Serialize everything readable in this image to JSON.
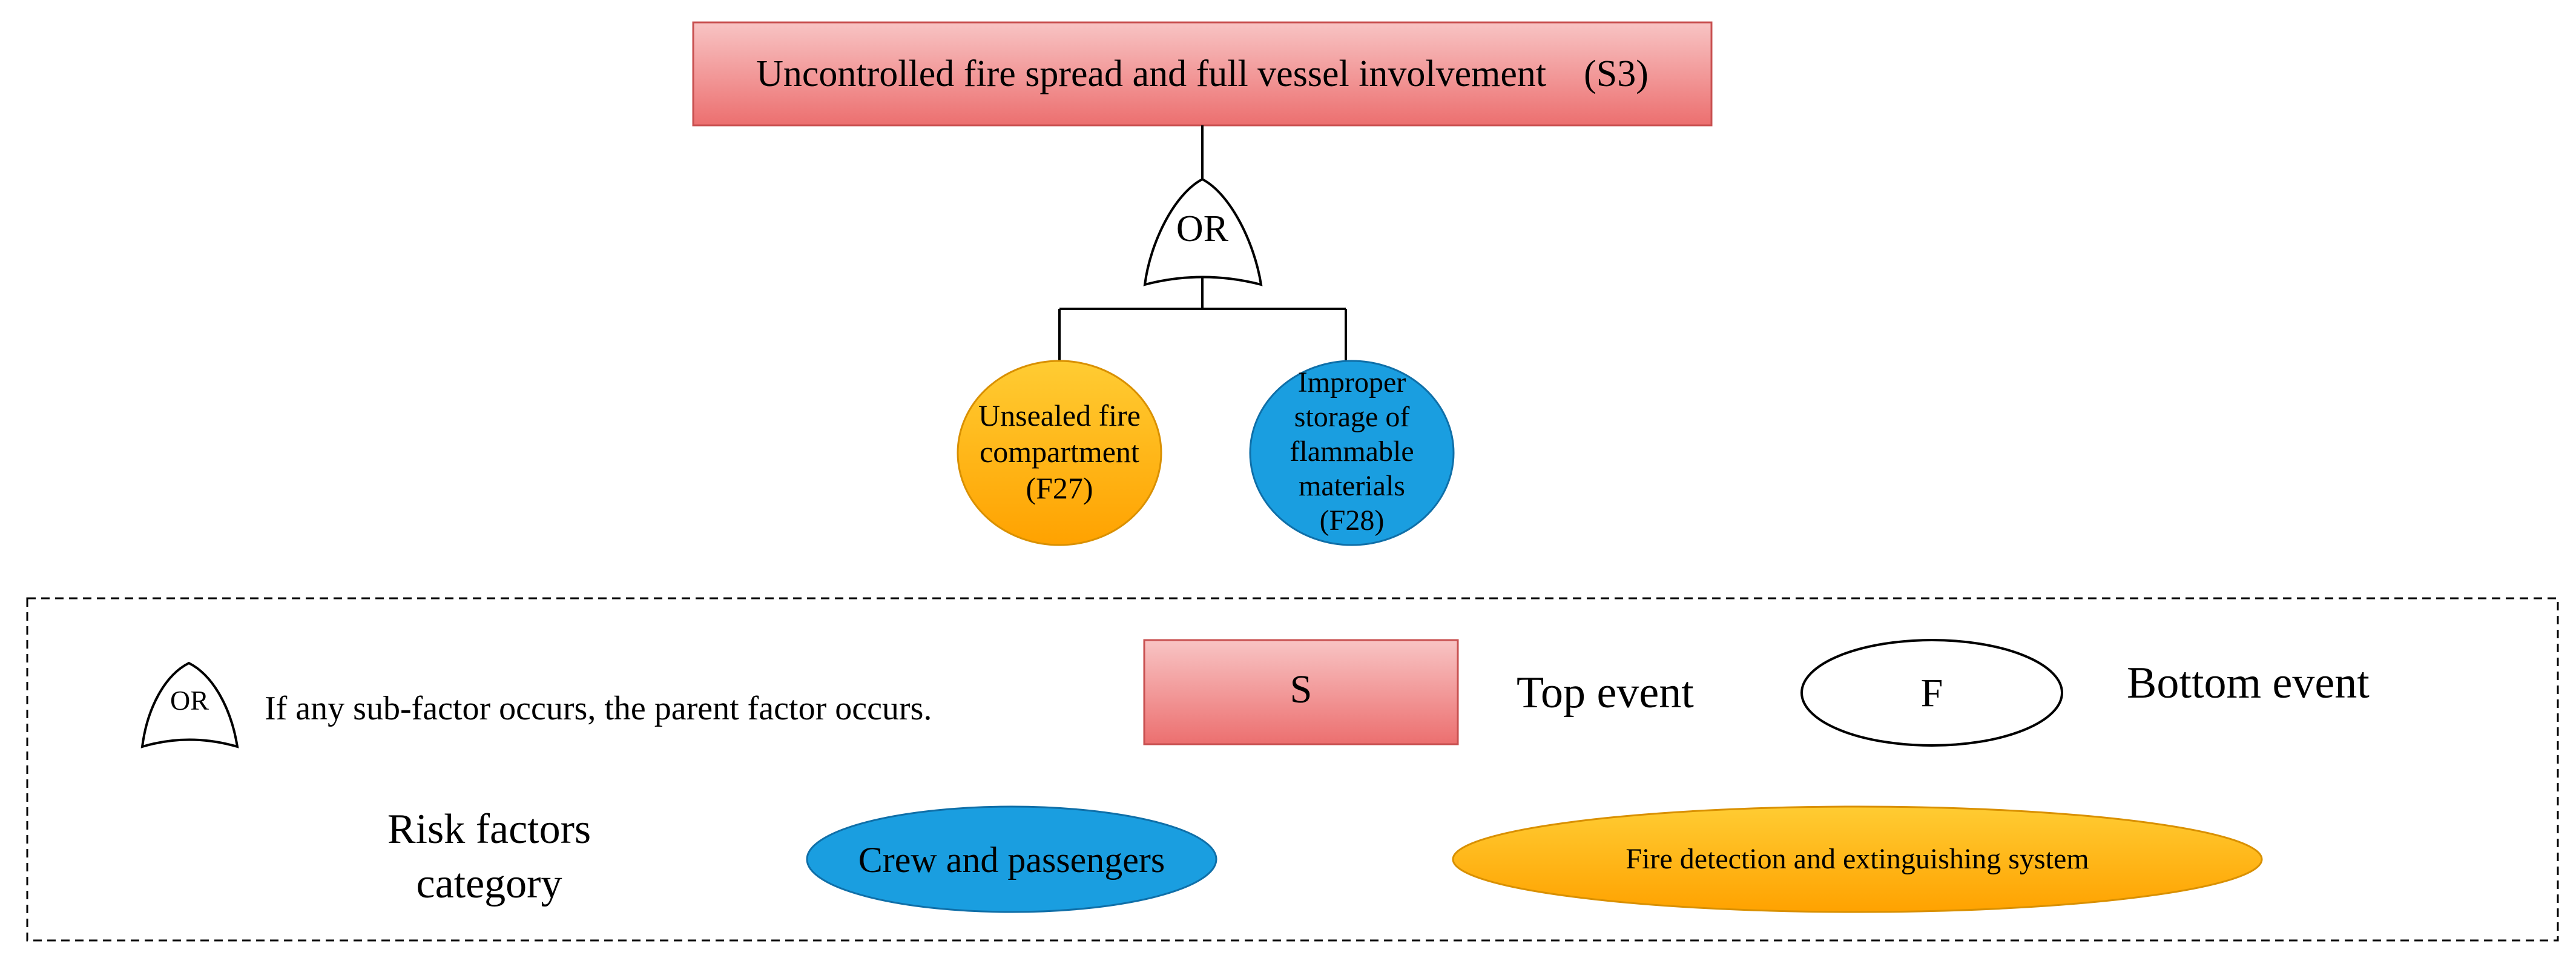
{
  "top_event": {
    "label": "Uncontrolled fire spread and full vessel involvement　(S3)"
  },
  "gate": {
    "label": "OR"
  },
  "children": [
    {
      "lines": [
        "Unsealed fire",
        "compartment",
        "(F27)"
      ],
      "category": "fire_detection"
    },
    {
      "lines": [
        "Improper",
        "storage of",
        "flammable",
        "materials",
        "(F28)"
      ],
      "category": "crew"
    }
  ],
  "legend": {
    "gate_symbol": "OR",
    "gate_text": "If any sub-factor occurs, the parent factor occurs.",
    "top_symbol": "S",
    "top_text": "Top event",
    "bottom_symbol": "F",
    "bottom_text": "Bottom event",
    "category_lines": [
      "Risk factors",
      "category"
    ],
    "crew_label": "Crew and passengers",
    "fire_label": "Fire detection and extinguishing system"
  },
  "colors": {
    "top_fill_top": "#f8c4c4",
    "top_fill_bottom": "#ec6f6f",
    "top_stroke": "#c85050",
    "orange_top": "#ffcc33",
    "orange_bottom": "#ffa200",
    "orange_stroke": "#d99000",
    "blue": "#1a9ee0",
    "blue_stroke": "#0f6fa8",
    "line": "#000000"
  }
}
